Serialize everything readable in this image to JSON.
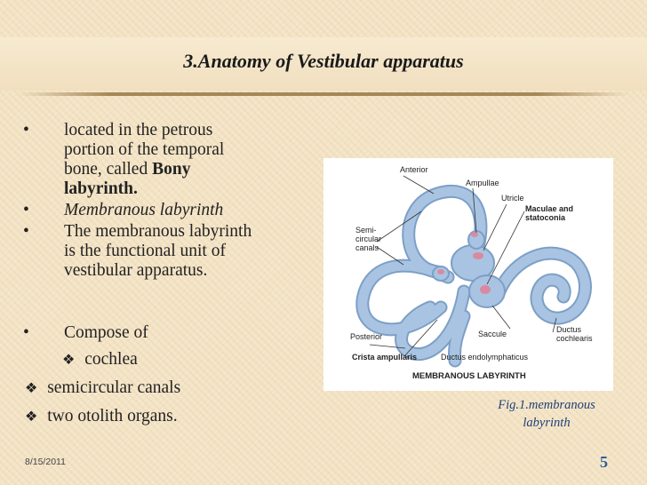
{
  "slide": {
    "title": "3.Anatomy of Vestibular apparatus",
    "bullets": [
      {
        "marker": "•",
        "lines": [
          "located in the petrous",
          "portion of the temporal",
          "bone, called "
        ],
        "bold_1": "Bony",
        "bold_2": "labyrinth."
      },
      {
        "marker": "•",
        "text": "Membranous labyrinth"
      },
      {
        "marker": "•",
        "lines": [
          "The membranous labyrinth",
          "is the functional unit of",
          "vestibular apparatus."
        ]
      },
      {
        "marker": "•",
        "text": "Compose of"
      }
    ],
    "sub_items": [
      {
        "marker": "❖",
        "text": "cochlea"
      },
      {
        "marker": "❖",
        "text": "semicircular canals"
      },
      {
        "marker": "❖",
        "text": "two otolith organs."
      }
    ],
    "figure": {
      "labels": {
        "anterior": "Anterior",
        "ampullae": "Ampullae",
        "utricle": "Utricle",
        "maculae_1": "Maculae and",
        "maculae_2": "statoconia",
        "semi_1": "Semi-",
        "semi_2": "circular",
        "semi_3": "canals",
        "posterior": "Posterior",
        "saccule": "Saccule",
        "ductus_coch_1": "Ductus",
        "ductus_coch_2": "cochlearis",
        "crista": "Crista ampullaris",
        "endolymph": "Ductus endolymphaticus",
        "caption": "MEMBRANOUS LABYRINTH"
      },
      "colors": {
        "membrane": "#a9c4e2",
        "outline": "#7d9fc6",
        "macula": "#d98aa0"
      }
    },
    "caption_line1": "Fig.1.membranous",
    "caption_line2": "labyrinth",
    "date": "8/15/2011",
    "page": "5"
  }
}
